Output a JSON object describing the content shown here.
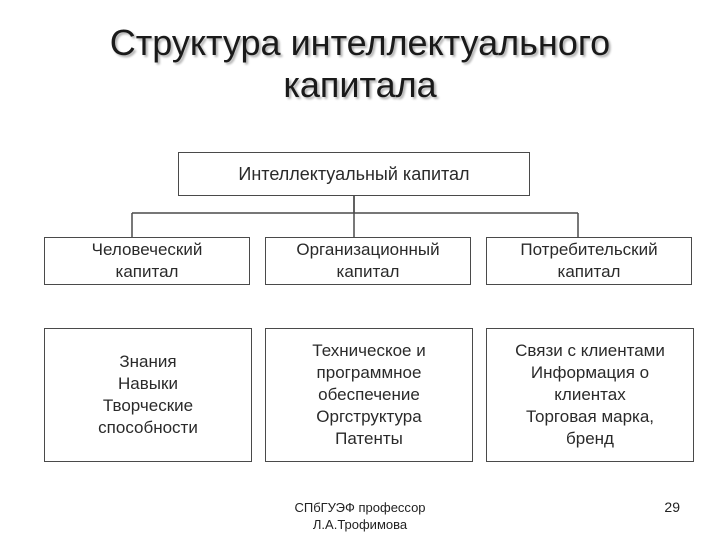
{
  "title": {
    "line1": "Структура интеллектуального",
    "line2": "капитала"
  },
  "root": {
    "label": "Интеллектуальный капитал"
  },
  "categories": [
    {
      "line1": "Человеческий",
      "line2": "капитал",
      "items": [
        "Знания",
        "Навыки",
        "Творческие",
        "способности"
      ]
    },
    {
      "line1": "Организационный",
      "line2": "капитал",
      "items": [
        "Техническое и",
        "программное",
        "обеспечение",
        "Оргструктура",
        "Патенты"
      ]
    },
    {
      "line1": "Потребительский",
      "line2": "капитал",
      "items": [
        "Связи с клиентами",
        "Информация о",
        "клиентах",
        "Торговая марка,",
        "бренд"
      ]
    }
  ],
  "footer": {
    "line1": "СПбГУЭФ профессор",
    "line2": "Л.А.Трофимова"
  },
  "page_number": "29",
  "colors": {
    "border": "#4a4a4a",
    "text": "#222222"
  }
}
